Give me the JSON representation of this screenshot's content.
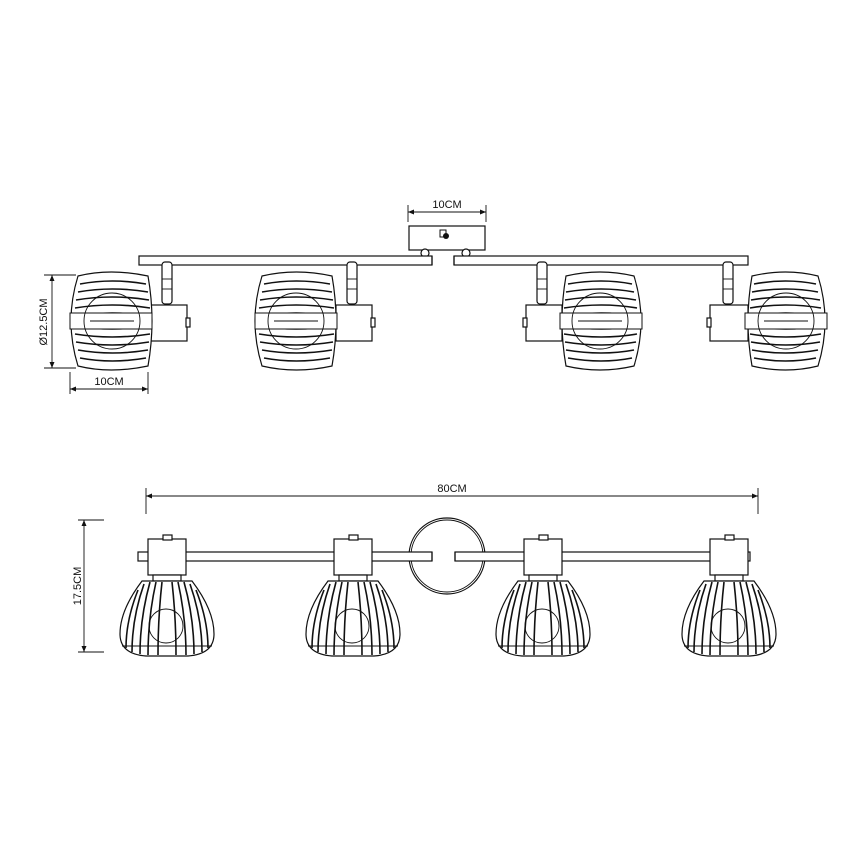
{
  "dimensions": {
    "top_plate_width": "10CM",
    "shade_diameter": "Ø12.5CM",
    "shade_length": "10CM",
    "overall_width": "80CM",
    "overall_height": "17.5CM"
  },
  "colors": {
    "line": "#111111",
    "background": "#ffffff"
  }
}
